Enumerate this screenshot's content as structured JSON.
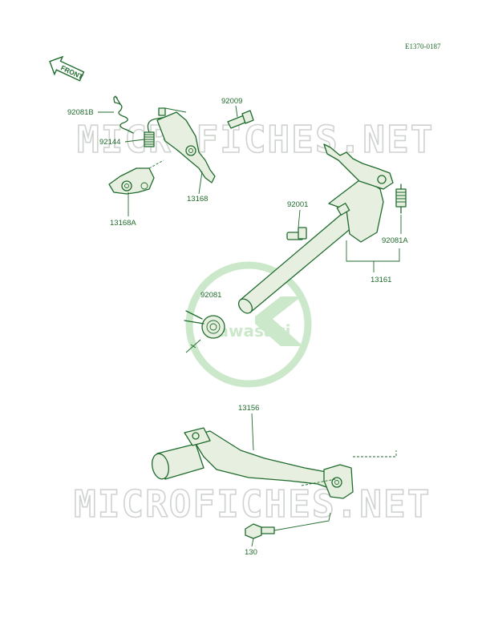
{
  "diagram_code": "E1370-0187",
  "front_label": "FRONT",
  "watermark": {
    "text": "MICROFICHES.NET",
    "logo_text": "Kawasaki"
  },
  "callouts": {
    "p92081B": "92081B",
    "p92144": "92144",
    "p13168A": "13168A",
    "p13168": "13168",
    "p92009": "92009",
    "p92001": "92001",
    "p92081A": "92081A",
    "p13161": "13161",
    "p92081": "92081",
    "p13156": "13156",
    "p130": "130"
  },
  "colors": {
    "line": "#1f6b2c",
    "watermark_text": "#cfd3cf",
    "watermark_logo": "#c7e6c5"
  }
}
